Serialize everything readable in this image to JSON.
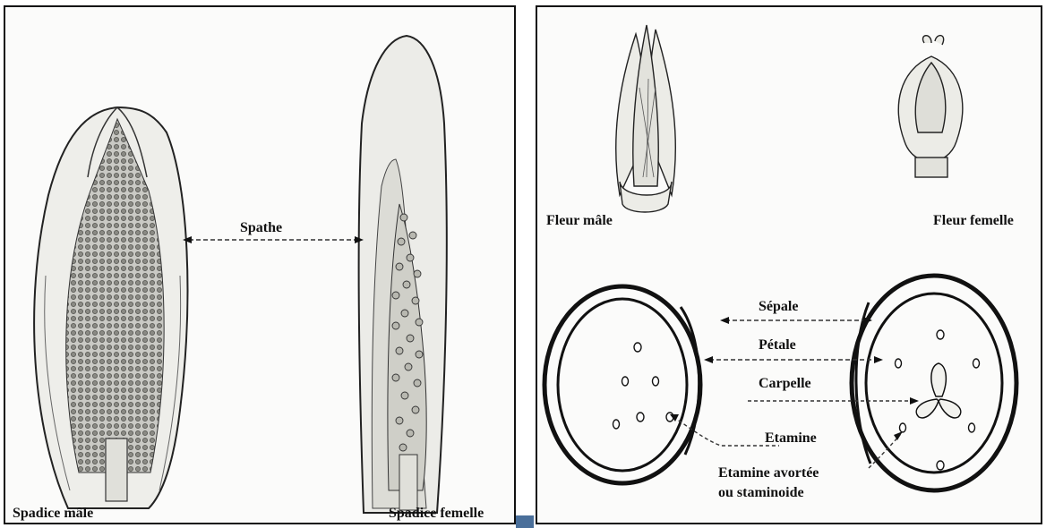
{
  "left_panel": {
    "spathe": "Spathe",
    "spadice_male": "Spadice mâle",
    "spadice_female": "Spadice femelle"
  },
  "right_panel": {
    "fleur_male": "Fleur mâle",
    "fleur_female": "Fleur femelle",
    "sepale": "Sépale",
    "petale": "Pétale",
    "carpelle": "Carpelle",
    "etamine": "Etamine",
    "etamine_avortee_1": "Etamine avortée",
    "etamine_avortee_2": "ou staminoide"
  }
}
